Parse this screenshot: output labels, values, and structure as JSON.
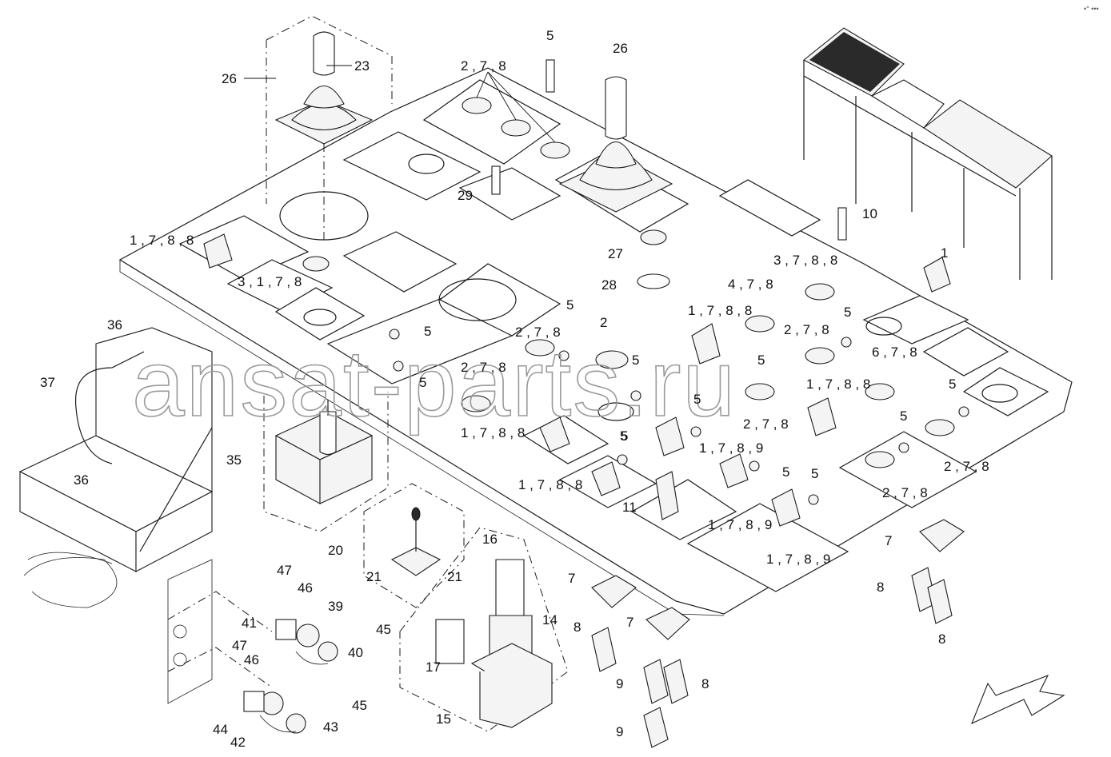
{
  "watermark": "ansat-parts.ru",
  "corner_mark": "•° •••",
  "callouts": [
    {
      "id": "c26a",
      "text": "26"
    },
    {
      "id": "c23",
      "text": "23"
    },
    {
      "id": "c5top",
      "text": "5"
    },
    {
      "id": "c278top",
      "text": "2 , 7 , 8"
    },
    {
      "id": "c26b",
      "text": "26"
    },
    {
      "id": "c29",
      "text": "29"
    },
    {
      "id": "c10",
      "text": "10"
    },
    {
      "id": "c1788a",
      "text": "1 , 7 , 8 , 8"
    },
    {
      "id": "c27",
      "text": "27"
    },
    {
      "id": "c3178",
      "text": "3 , 1 , 7 , 8"
    },
    {
      "id": "c28",
      "text": "28"
    },
    {
      "id": "c3788",
      "text": "3 , 7 , 8 , 8"
    },
    {
      "id": "c1",
      "text": "1"
    },
    {
      "id": "c478",
      "text": "4 , 7 , 8"
    },
    {
      "id": "c36a",
      "text": "36"
    },
    {
      "id": "c5b",
      "text": "5"
    },
    {
      "id": "c1788b",
      "text": "1 , 7 , 8 , 8"
    },
    {
      "id": "c5c",
      "text": "5"
    },
    {
      "id": "c278b",
      "text": "2 , 7 , 8"
    },
    {
      "id": "c2",
      "text": "2"
    },
    {
      "id": "c5d",
      "text": "5"
    },
    {
      "id": "c278c",
      "text": "2 , 7 , 8"
    },
    {
      "id": "c5e",
      "text": "5"
    },
    {
      "id": "c678",
      "text": "6 , 7 , 8"
    },
    {
      "id": "c37",
      "text": "37"
    },
    {
      "id": "c5f",
      "text": "5"
    },
    {
      "id": "c278d",
      "text": "2 , 7 , 8"
    },
    {
      "id": "c5g",
      "text": "5"
    },
    {
      "id": "c5h",
      "text": "5"
    },
    {
      "id": "c1788c",
      "text": "1 , 7 , 8 , 8"
    },
    {
      "id": "c5i",
      "text": "5"
    },
    {
      "id": "c5j",
      "text": "5"
    },
    {
      "id": "c278e",
      "text": "2 , 7 , 8"
    },
    {
      "id": "c1788d",
      "text": "1 , 7 , 8 , 8"
    },
    {
      "id": "c5k",
      "text": "5"
    },
    {
      "id": "c5l",
      "text": "5"
    },
    {
      "id": "c1789a",
      "text": "1 , 7 , 8 , 9"
    },
    {
      "id": "c35",
      "text": "35"
    },
    {
      "id": "c278f",
      "text": "2 , 7 , 8"
    },
    {
      "id": "c36b",
      "text": "36"
    },
    {
      "id": "c1788e",
      "text": "1 , 7 , 8 , 8"
    },
    {
      "id": "c5m",
      "text": "5"
    },
    {
      "id": "c5n",
      "text": "5"
    },
    {
      "id": "c278g",
      "text": "2 , 7 , 8"
    },
    {
      "id": "c11",
      "text": "11"
    },
    {
      "id": "c1789b",
      "text": "1 , 7 , 8 , 9"
    },
    {
      "id": "c16",
      "text": "16"
    },
    {
      "id": "c20",
      "text": "20"
    },
    {
      "id": "c7a",
      "text": "7"
    },
    {
      "id": "c1789c",
      "text": "1 , 7 , 8 , 9"
    },
    {
      "id": "c21a",
      "text": "21"
    },
    {
      "id": "c21b",
      "text": "21"
    },
    {
      "id": "c47a",
      "text": "47"
    },
    {
      "id": "c7b",
      "text": "7"
    },
    {
      "id": "c46a",
      "text": "46"
    },
    {
      "id": "c8a",
      "text": "8"
    },
    {
      "id": "c39",
      "text": "39"
    },
    {
      "id": "c14",
      "text": "14"
    },
    {
      "id": "c41",
      "text": "41"
    },
    {
      "id": "c8b",
      "text": "8"
    },
    {
      "id": "c7c",
      "text": "7"
    },
    {
      "id": "c45a",
      "text": "45"
    },
    {
      "id": "c8c",
      "text": "8"
    },
    {
      "id": "c40",
      "text": "40"
    },
    {
      "id": "c47b",
      "text": "47"
    },
    {
      "id": "c46b",
      "text": "46"
    },
    {
      "id": "c17",
      "text": "17"
    },
    {
      "id": "c9a",
      "text": "9"
    },
    {
      "id": "c8d",
      "text": "8"
    },
    {
      "id": "c45b",
      "text": "45"
    },
    {
      "id": "c15",
      "text": "15"
    },
    {
      "id": "c44",
      "text": "44"
    },
    {
      "id": "c43",
      "text": "43"
    },
    {
      "id": "c42",
      "text": "42"
    },
    {
      "id": "c9b",
      "text": "9"
    }
  ]
}
